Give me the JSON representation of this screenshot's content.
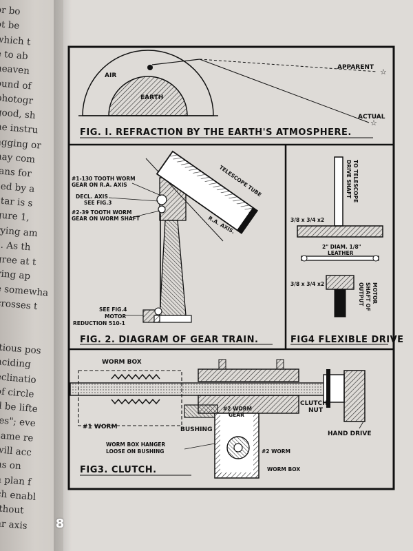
{
  "left_page": {
    "lines": [
      "or bo",
      "ot be",
      "which t",
      "e to ab",
      "heaven",
      "ound of",
      "photogr",
      "good, sh",
      "he instru",
      "agging or",
      "nay com",
      "lans for",
      "sed by a",
      "star is s",
      "gure 1,",
      "rying am",
      "s. As th",
      "gree at t",
      "ying ap",
      "e somewha",
      "crosses t",
      "",
      "",
      "itious pos",
      "nciding",
      "eclinatio",
      "of circle",
      "ll be lifte",
      "les\"; eve",
      "same re",
      "will acc",
      "ns on",
      "a plan f",
      "ch enabl",
      "ithout",
      "ar axis"
    ]
  },
  "fig1": {
    "caption": "FIG. I. REFRACTION BY THE EARTH'S ATMOSPHERE.",
    "air": "AIR",
    "earth": "EARTH",
    "apparent": "APPARENT",
    "actual": "ACTUAL"
  },
  "fig2": {
    "caption": "FIG. 2. DIAGRAM OF GEAR TRAIN.",
    "worm130_a": "#1-130 TOOTH WORM",
    "worm130_b": "GEAR ON R.A. AXIS",
    "decl_a": "DECL. AXIS",
    "decl_b": "SEE FIG.3",
    "worm39_a": "#2-39 TOOTH WORM",
    "worm39_b": "GEAR ON WORM SHAFT",
    "telescope": "TELESCOPE TUBE",
    "ra_axis": "R.A. AXIS.",
    "motor_a": "SEE FIG.4",
    "motor_b": "MOTOR",
    "motor_c": "REDUCTION 510-1"
  },
  "fig4": {
    "caption": "FIG4 FLEXIBLE DRIVE",
    "drive_a": "DRIVE SHAFT",
    "drive_b": "TO TELESCOPE",
    "dim1": "3/8 x 3/4 x2",
    "diam_a": "2\" DIAM. 1/8\"",
    "diam_b": "LEATHER",
    "dim2": "3/8 x 3/4 x2",
    "output_a": "OUTPUT",
    "output_b": "SHAFT OF",
    "output_c": "MOTOR"
  },
  "fig3": {
    "caption": "FIG3. CLUTCH.",
    "worm_box_top": "WORM BOX",
    "worm1": "#1 WORM",
    "bushing": "BUSHING",
    "worm_gear_a": "#2 WORM",
    "worm_gear_b": "GEAR",
    "clutch_a": "CLUTCH",
    "clutch_b": "NUT",
    "hand_drive": "HAND DRIVE",
    "hanger_a": "WORM BOX HANGER",
    "hanger_b": "LOOSE ON BUSHING",
    "worm2": "#2 WORM",
    "worm_box_bottom": "WORM BOX"
  },
  "badge": "8",
  "colors": {
    "ink": "#111111",
    "paper": "#dedbd7",
    "hatch": "#333333"
  }
}
